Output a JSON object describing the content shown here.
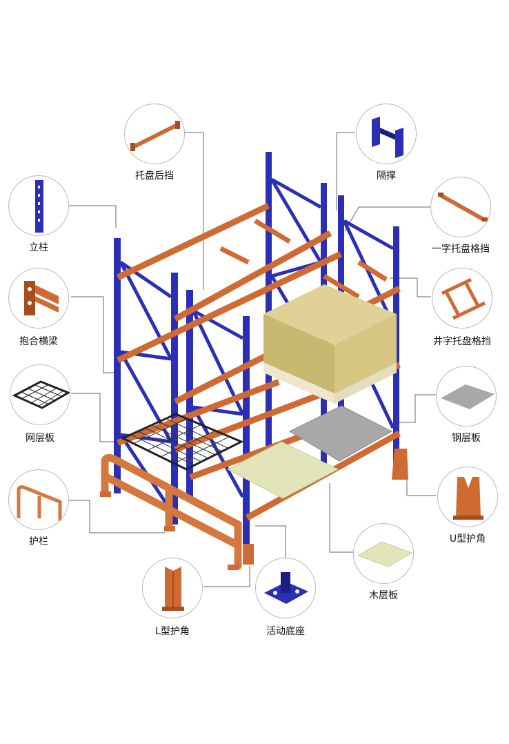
{
  "colors": {
    "upright": "#2a2fb5",
    "upright_dark": "#1a1f80",
    "beam": "#cf6a32",
    "beam_dark": "#a64e20",
    "wire": "#222222",
    "steel": "#a8a8a8",
    "wood": "#e2e5b9",
    "box": "#c9b870",
    "leader": "#555555"
  },
  "parts": [
    {
      "id": "pallet-back-stop",
      "label": "托盘后挡",
      "icon": "back-stop-icon"
    },
    {
      "id": "spacer",
      "label": "隔撑",
      "icon": "spacer-icon"
    },
    {
      "id": "upright",
      "label": "立柱",
      "icon": "upright-icon"
    },
    {
      "id": "single-pallet-support",
      "label": "一字托盘格挡",
      "icon": "single-bar-icon"
    },
    {
      "id": "step-beam",
      "label": "抱合横梁",
      "icon": "beam-icon"
    },
    {
      "id": "grid-pallet-support",
      "label": "井字托盘格挡",
      "icon": "ladder-icon"
    },
    {
      "id": "wire-deck",
      "label": "网层板",
      "icon": "wire-deck-icon"
    },
    {
      "id": "steel-deck",
      "label": "钢层板",
      "icon": "steel-panel-icon"
    },
    {
      "id": "guard-rail",
      "label": "护栏",
      "icon": "guard-rail-icon"
    },
    {
      "id": "u-guard",
      "label": "U型护角",
      "icon": "u-guard-icon"
    },
    {
      "id": "wood-deck",
      "label": "木层板",
      "icon": "wood-panel-icon"
    },
    {
      "id": "l-guard",
      "label": "L型护角",
      "icon": "l-guard-icon"
    },
    {
      "id": "adjustable-base",
      "label": "活动底座",
      "icon": "base-plate-icon"
    }
  ]
}
